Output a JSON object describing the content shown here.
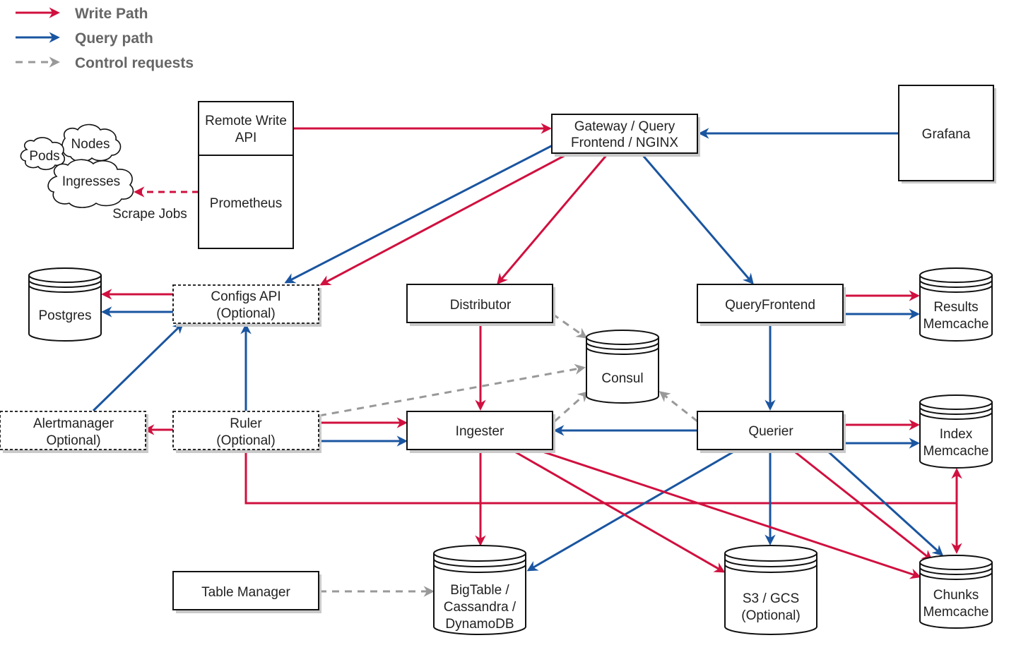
{
  "legend": {
    "write_path": "Write Path",
    "query_path": "Query path",
    "control_requests": "Control requests"
  },
  "colors": {
    "write": "#d0103f",
    "query": "#1a55a0",
    "control": "#999999"
  },
  "nodes": {
    "remote_write_l1": "Remote Write",
    "remote_write_l2": "API",
    "prometheus": "Prometheus",
    "gateway_l1": "Gateway / Query",
    "gateway_l2": "Frontend / NGINX",
    "grafana": "Grafana",
    "cloud_nodes": "Nodes",
    "cloud_pods": "Pods",
    "cloud_ingresses": "Ingresses",
    "scrape_jobs": "Scrape Jobs",
    "postgres": "Postgres",
    "configs_l1": "Configs API",
    "configs_l2": "(Optional)",
    "distributor": "Distributor",
    "consul": "Consul",
    "queryfrontend": "QueryFrontend",
    "results_l1": "Results",
    "results_l2": "Memcache",
    "alertmanager_l1": "Alertmanager",
    "alertmanager_l2": "Optional)",
    "ruler_l1": "Ruler",
    "ruler_l2": "(Optional)",
    "ingester": "Ingester",
    "querier": "Querier",
    "index_l1": "Index",
    "index_l2": "Memcache",
    "table_manager": "Table Manager",
    "bigtable_l1": "BigTable /",
    "bigtable_l2": "Cassandra /",
    "bigtable_l3": "DynamoDB",
    "s3_l1": "S3 / GCS",
    "s3_l2": "(Optional)",
    "chunks_l1": "Chunks",
    "chunks_l2": "Memcache"
  }
}
